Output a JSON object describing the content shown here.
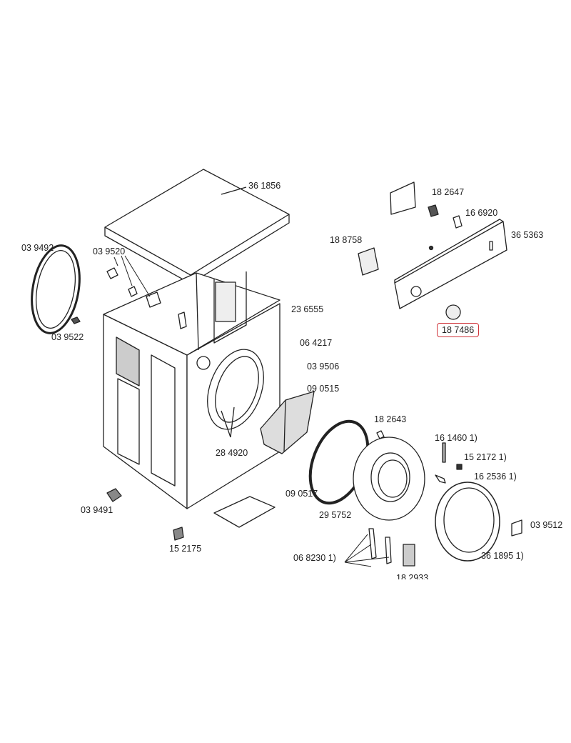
{
  "diagram": {
    "title": "Washing machine exploded parts diagram",
    "highlight_color": "#d0343a",
    "parts": {
      "top_cover": "36 1856",
      "door_seal_ring": "03 9492",
      "springs_clips": "03 9520",
      "seal_clip": "03 9522",
      "cabinet": "23 6555",
      "grommet": "06 4217",
      "hinge_clip": "03 9506",
      "dispenser_drawer": "09 0515",
      "door_bracket": "28 4920",
      "foot": "03 9491",
      "bracket": "15 2175",
      "door_glass": "09 0517",
      "inner_door_frame": "29 5752",
      "hinge_screws": "06 8230 1)",
      "hinge": "18 2933",
      "door_catch": "18 2643",
      "pin": "16 1460 1)",
      "spring": "15 2172 1)",
      "latch_hook": "16 2536 1)",
      "outer_door_frame": "36 1895 1)",
      "cover_plate": "03 9512",
      "switch": "18 2647",
      "indicator_light": "16 6920",
      "control_panel": "36 5363",
      "timer": "18 8758",
      "knob": "18 7486"
    }
  }
}
